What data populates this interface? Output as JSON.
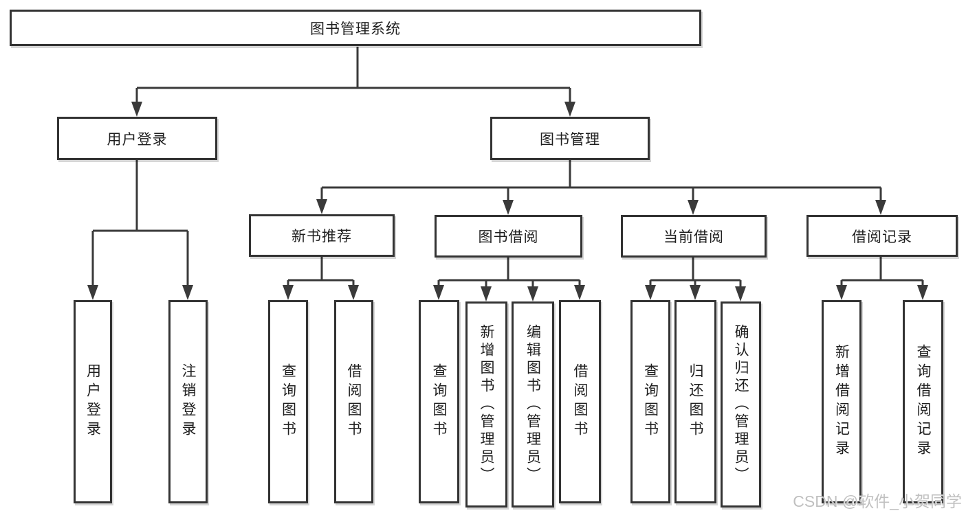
{
  "diagram": {
    "root": {
      "label": "图书管理系统"
    },
    "level2": [
      {
        "id": "user-login",
        "label": "用户登录"
      },
      {
        "id": "book-management",
        "label": "图书管理"
      }
    ],
    "groups": [
      {
        "id": "new-book-recommend",
        "label": "新书推荐",
        "parent": "book-management"
      },
      {
        "id": "book-borrowing",
        "label": "图书借阅",
        "parent": "book-management"
      },
      {
        "id": "current-borrowing",
        "label": "当前借阅",
        "parent": "book-management"
      },
      {
        "id": "borrowing-records",
        "label": "借阅记录",
        "parent": "book-management"
      }
    ],
    "leaves": [
      {
        "id": "user-login-action",
        "label": "用户登录",
        "parent": "user-login"
      },
      {
        "id": "logout-action",
        "label": "注销登录",
        "parent": "user-login"
      },
      {
        "id": "query-books-recommend",
        "label": "查询图书",
        "parent": "new-book-recommend"
      },
      {
        "id": "borrow-books-recommend",
        "label": "借阅图书",
        "parent": "new-book-recommend"
      },
      {
        "id": "query-books-borrowing",
        "label": "查询图书",
        "parent": "book-borrowing"
      },
      {
        "id": "add-books-admin",
        "label": "新增图书（管理员）",
        "parent": "book-borrowing"
      },
      {
        "id": "edit-books-admin",
        "label": "编辑图书（管理员）",
        "parent": "book-borrowing"
      },
      {
        "id": "borrow-books-borrowing",
        "label": "借阅图书",
        "parent": "book-borrowing"
      },
      {
        "id": "query-books-current",
        "label": "查询图书",
        "parent": "current-borrowing"
      },
      {
        "id": "return-books",
        "label": "归还图书",
        "parent": "current-borrowing"
      },
      {
        "id": "confirm-return-admin",
        "label": "确认归还（管理员）",
        "parent": "current-borrowing"
      },
      {
        "id": "add-borrow-record",
        "label": "新增借阅记录",
        "parent": "borrowing-records"
      },
      {
        "id": "query-borrow-record",
        "label": "查询借阅记录",
        "parent": "borrowing-records"
      }
    ]
  },
  "watermark": {
    "text": "CSDN @软件_小贺同学"
  },
  "colors": {
    "line": "#3a3a3a",
    "box_border": "#333333",
    "text": "#1f1f1f",
    "watermark": "#c0c0c0",
    "background": "#ffffff"
  }
}
